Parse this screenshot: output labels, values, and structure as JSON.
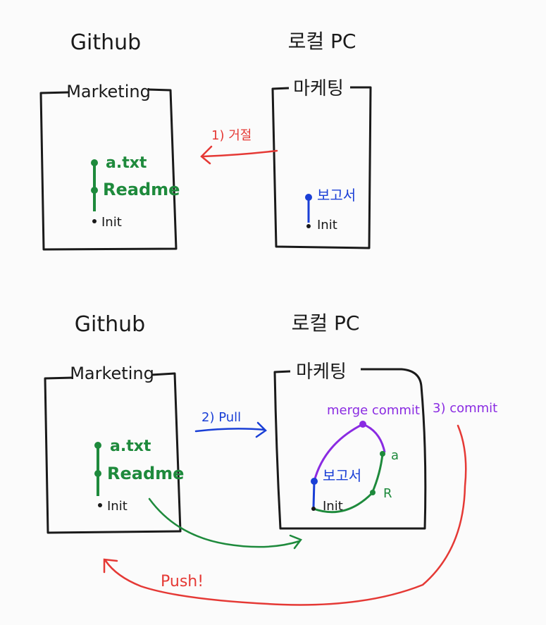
{
  "colors": {
    "ink": "#1a1a1a",
    "green": "#1e8a3c",
    "blue": "#1a3fd6",
    "red": "#e53935",
    "purple": "#8a2be2",
    "background": "#fbfbfb"
  },
  "top": {
    "left_heading": "Github",
    "right_heading": "로컬 PC",
    "left_repo_label": "Marketing",
    "right_repo_label": "마케팅",
    "remote_commits": [
      "a.txt",
      "Readme",
      "Init"
    ],
    "local_commits": [
      "보고서",
      "Init"
    ],
    "rejected_label": "1) 거절"
  },
  "bottom": {
    "left_heading": "Github",
    "right_heading": "로컬 PC",
    "left_repo_label": "Marketing",
    "right_repo_label": "마케팅",
    "remote_commits": [
      "a.txt",
      "Readme",
      "Init"
    ],
    "pull_label": "2) Pull",
    "merge_label": "merge commit",
    "commit_label": "3) commit",
    "local_report": "보고서",
    "local_init": "Init",
    "local_a": "a",
    "local_r": "R",
    "push_label": "Push!"
  }
}
